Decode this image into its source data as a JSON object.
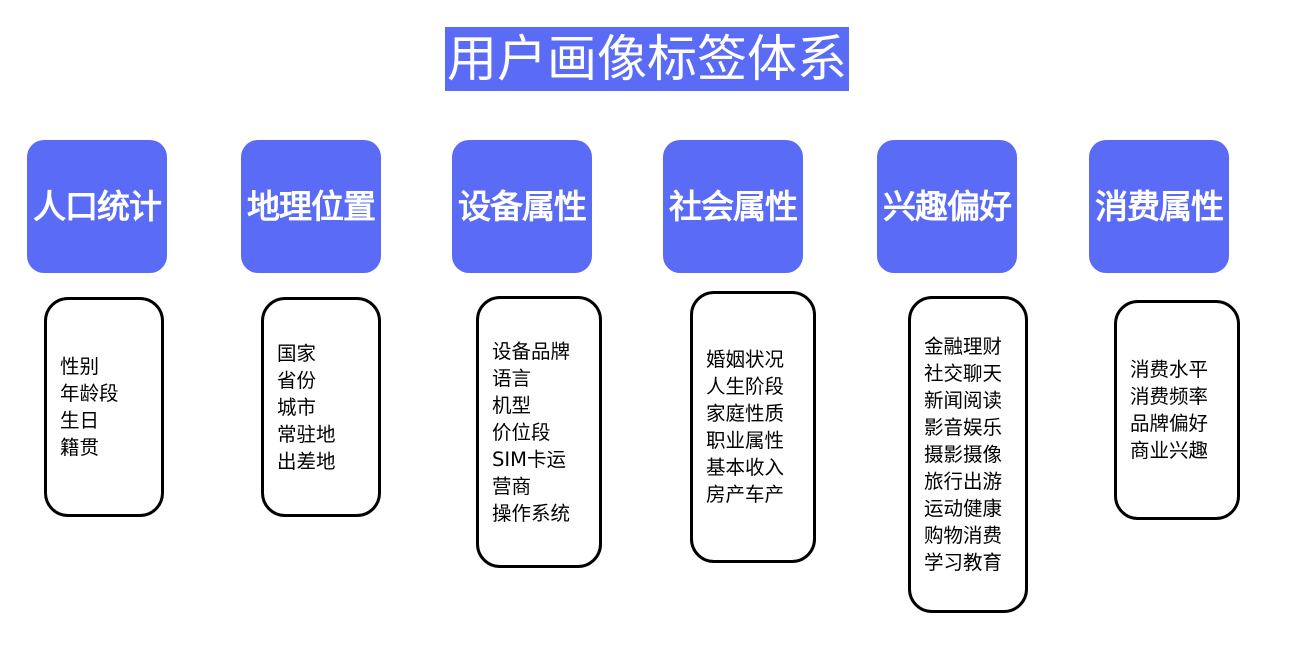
{
  "title": {
    "text": "用户画像标签体系",
    "band_color": "#5a6cf5",
    "text_color": "#ffffff"
  },
  "theme": {
    "accent": "#5a6cf5",
    "card_text": "#ffffff",
    "box_border": "#000000",
    "background": "#ffffff"
  },
  "columns": [
    {
      "header": "人口统计",
      "items": [
        "性别",
        "年龄段",
        "生日",
        "籍贯"
      ]
    },
    {
      "header": "地理位置",
      "items": [
        "国家",
        "省份",
        "城市",
        "常驻地",
        "出差地"
      ]
    },
    {
      "header": "设备属性",
      "items": [
        "设备品牌",
        "语言",
        "机型",
        "价位段",
        "SIM卡运",
        "营商",
        "操作系统"
      ]
    },
    {
      "header": "社会属性",
      "items": [
        "婚姻状况",
        "人生阶段",
        "家庭性质",
        "职业属性",
        "基本收入",
        "房产车产"
      ]
    },
    {
      "header": "兴趣偏好",
      "items": [
        "金融理财",
        "社交聊天",
        "新闻阅读",
        "影音娱乐",
        "摄影摄像",
        "旅行出游",
        "运动健康",
        "购物消费",
        "学习教育"
      ]
    },
    {
      "header": "消费属性",
      "items": [
        "消费水平",
        "消费频率",
        "品牌偏好",
        "商业兴趣"
      ]
    }
  ]
}
